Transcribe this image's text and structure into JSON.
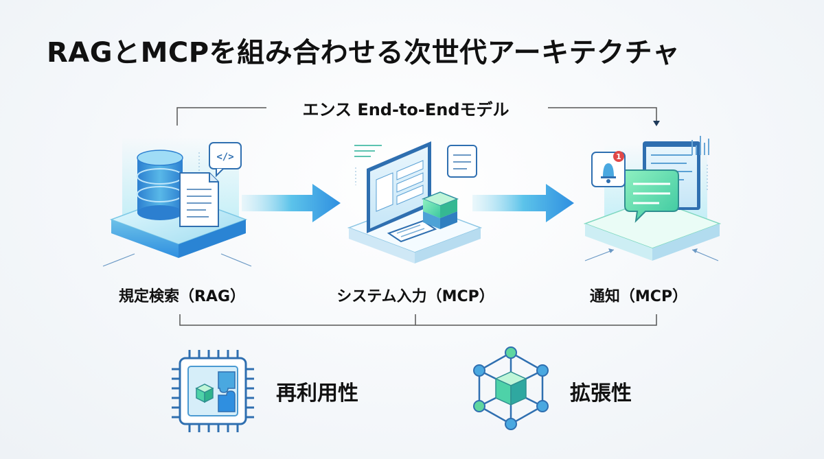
{
  "title": "RAGとMCPを組み合わせる次世代アーキテクチャ",
  "flow_label": "エンス End-to-Endモデル",
  "stages": [
    {
      "label": "規定検索（RAG）",
      "icon": "database-document-icon"
    },
    {
      "label": "システム入力（MCP）",
      "icon": "system-input-screen-icon"
    },
    {
      "label": "通知（MCP）",
      "icon": "notification-chat-icon"
    }
  ],
  "benefits": [
    {
      "label": "再利用性",
      "icon": "chip-puzzle-icon"
    },
    {
      "label": "拡張性",
      "icon": "network-cube-icon"
    }
  ],
  "notification_badge": "1",
  "code_glyph": "</>",
  "colors": {
    "accent_blue": "#2f8fe0",
    "accent_teal": "#3cc8c0",
    "accent_green": "#5fd6a0",
    "text": "#111111",
    "line": "#555555"
  }
}
